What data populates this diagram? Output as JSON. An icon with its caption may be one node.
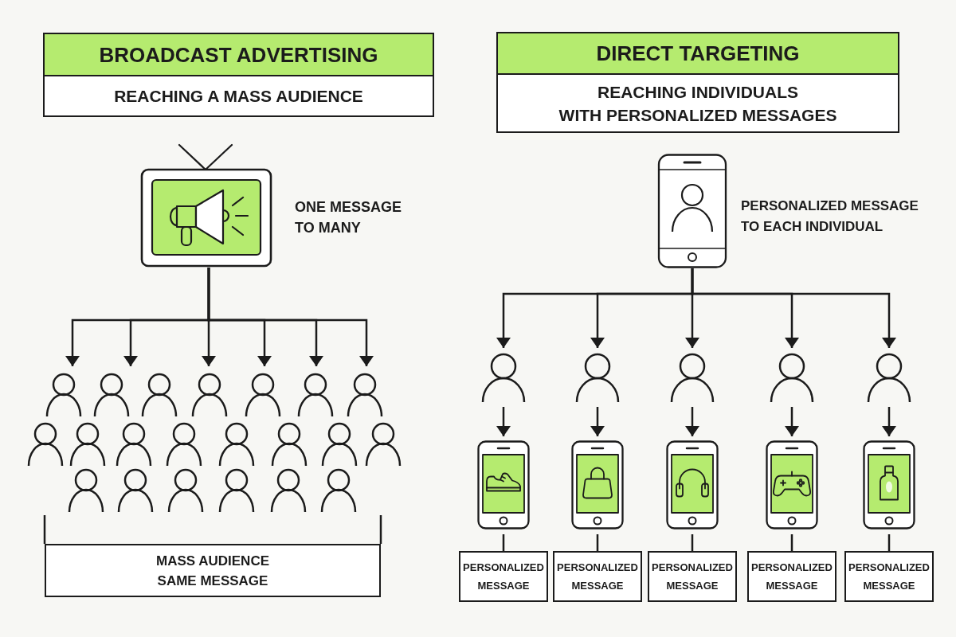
{
  "diagram": {
    "nodes": [
      {
        "text": [
          "BROADCAST ADVERTISING",
          "REACHING A MASS AUDIENCE"
        ]
      },
      {
        "text": [],
        "shape": "picture",
        "beside": [
          "ONE MESSAGE TO MANY"
        ]
      },
      {
        "text": [],
        "shape": "picture"
      },
      {
        "text": [
          "MASS AUDIENCE SAME MESSAGE"
        ]
      },
      {
        "text": [
          "DIRECT TARGETING",
          "REACHING INDIVIDUALS WITH PERSONALIZED MESSAGES"
        ]
      },
      {
        "text": [],
        "shape": "picture",
        "beside": [
          "PERSONALIZED MESSAGE TO EACH INDIVIDUAL"
        ]
      },
      {
        "text": [],
        "shape": "person"
      },
      {
        "text": [],
        "shape": "person"
      },
      {
        "text": [],
        "shape": "person"
      },
      {
        "text": [],
        "shape": "person"
      },
      {
        "text": [],
        "shape": "person"
      },
      {
        "text": [],
        "shape": "picture"
      },
      {
        "text": [],
        "shape": "picture"
      },
      {
        "text": [],
        "shape": "picture"
      },
      {
        "text": [],
        "shape": "picture"
      },
      {
        "text": [],
        "shape": "picture"
      },
      {
        "text": [
          "PERSONALIZED MESSAGE"
        ]
      },
      {
        "text": [
          "PERSONALIZED MESSAGE"
        ]
      },
      {
        "text": [
          "PERSONALIZED MESSAGE"
        ]
      },
      {
        "text": [
          "PERSONALIZED MESSAGE"
        ]
      },
      {
        "text": [
          "PERSONALIZED MESSAGE"
        ]
      }
    ],
    "edges": [
      {
        "from": 1,
        "to": 2,
        "arrow": "to"
      },
      {
        "from": 1,
        "to": 2,
        "arrow": "to"
      },
      {
        "from": 1,
        "to": 2,
        "arrow": "to"
      },
      {
        "from": 1,
        "to": 2,
        "arrow": "to"
      },
      {
        "from": 1,
        "to": 2,
        "arrow": "to"
      },
      {
        "from": 1,
        "to": 2,
        "arrow": "to"
      },
      {
        "from": 5,
        "to": 6,
        "arrow": "to"
      },
      {
        "from": 5,
        "to": 7,
        "arrow": "to"
      },
      {
        "from": 5,
        "to": 8,
        "arrow": "to"
      },
      {
        "from": 5,
        "to": 9,
        "arrow": "to"
      },
      {
        "from": 5,
        "to": 10,
        "arrow": "to"
      },
      {
        "from": 6,
        "to": 11,
        "arrow": "to"
      },
      {
        "from": 7,
        "to": 12,
        "arrow": "to"
      },
      {
        "from": 8,
        "to": 13,
        "arrow": "to"
      },
      {
        "from": 9,
        "to": 14,
        "arrow": "to"
      },
      {
        "from": 10,
        "to": 15,
        "arrow": "to"
      },
      {
        "from": 11,
        "to": 16,
        "arrow": "none"
      },
      {
        "from": 12,
        "to": 17,
        "arrow": "none"
      },
      {
        "from": 13,
        "to": 18,
        "arrow": "none"
      },
      {
        "from": 14,
        "to": 19,
        "arrow": "none"
      },
      {
        "from": 15,
        "to": 20,
        "arrow": "none"
      }
    ]
  }
}
